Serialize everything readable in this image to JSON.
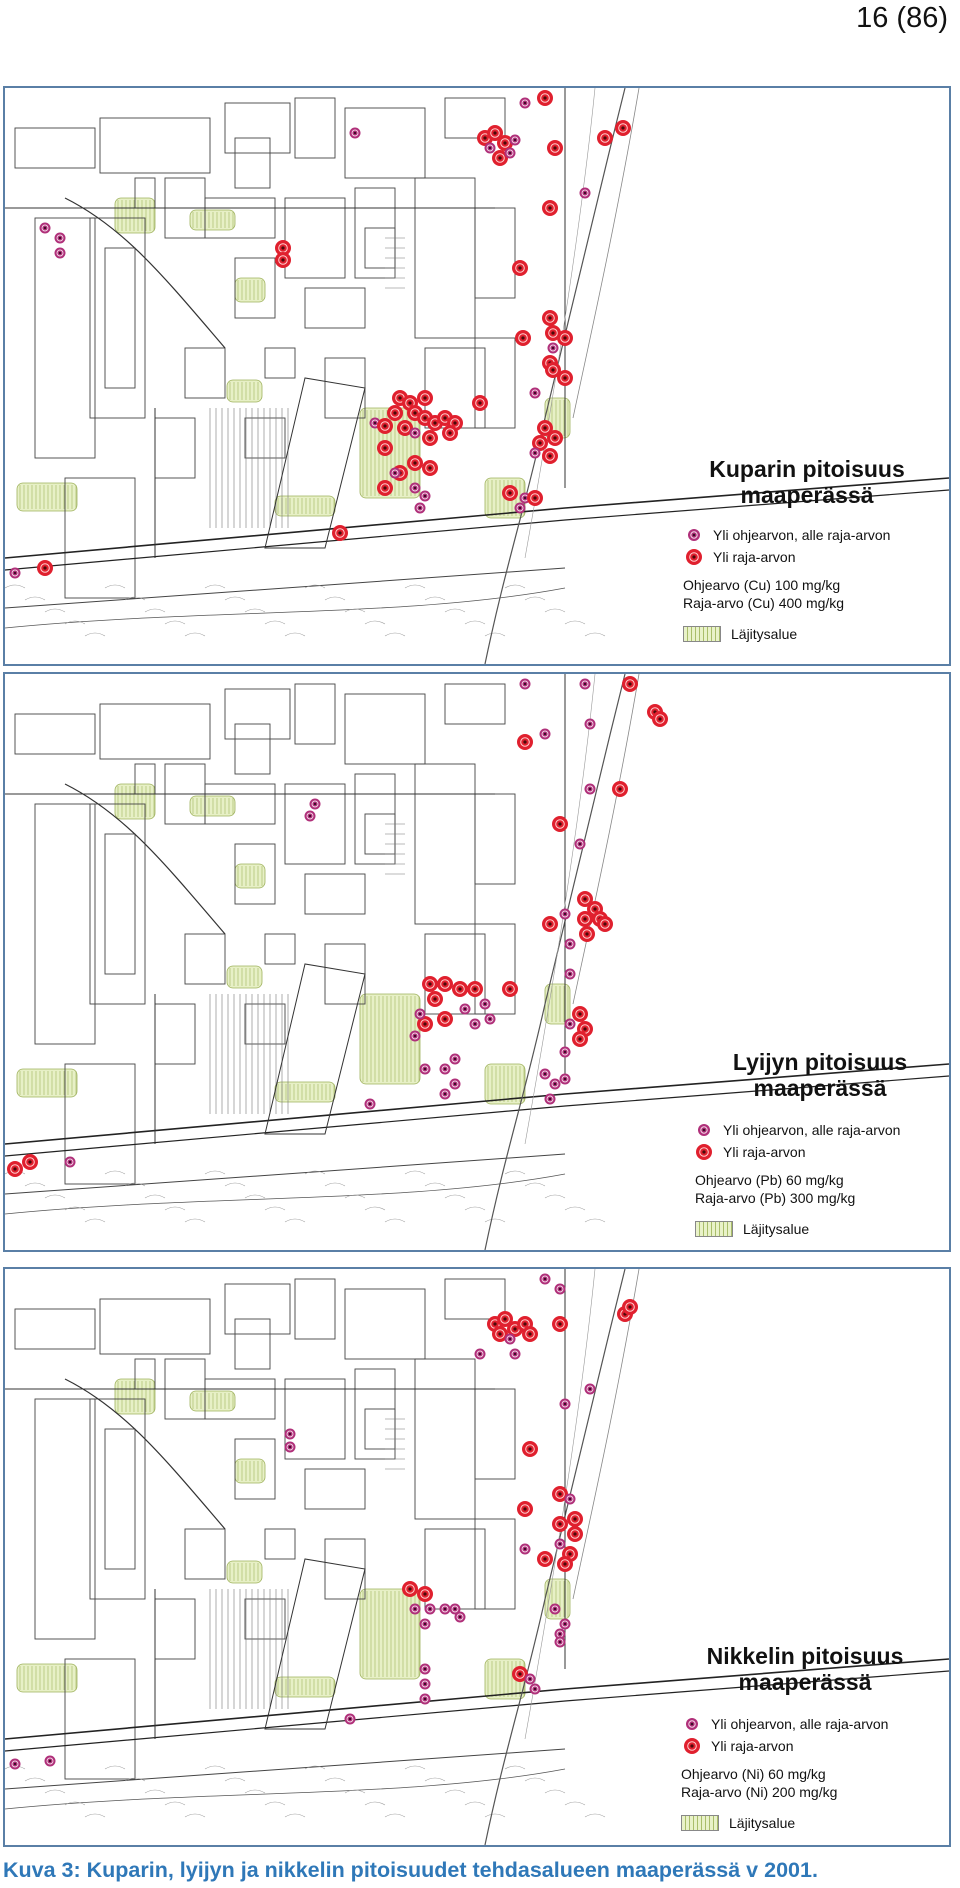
{
  "page_number": "16 (86)",
  "maps": [
    {
      "title_line1": "Kuparin pitoisuus",
      "title_line2": "maaperässä",
      "legend_guide": "Yli ohjearvon, alle raja-arvon",
      "legend_limit": "Yli raja-arvon",
      "guide_value": "Ohjearvo (Cu) 100 mg/kg",
      "limit_value": "Raja-arvo (Cu) 400 mg/kg",
      "zone_label": "Läjitysalue"
    },
    {
      "title_line1": "Lyijyn pitoisuus",
      "title_line2": "maaperässä",
      "legend_guide": "Yli ohjearvon, alle raja-arvon",
      "legend_limit": "Yli raja-arvon",
      "guide_value": "Ohjearvo (Pb) 60 mg/kg",
      "limit_value": "Raja-arvo (Pb) 300 mg/kg",
      "zone_label": "Läjitysalue"
    },
    {
      "title_line1": "Nikkelin pitoisuus",
      "title_line2": "maaperässä",
      "legend_guide": "Yli ohjearvon, alle raja-arvon",
      "legend_limit": "Yli raja-arvon",
      "guide_value": "Ohjearvo (Ni) 60 mg/kg",
      "limit_value": "Raja-arvo (Ni) 200 mg/kg",
      "zone_label": "Läjitysalue"
    }
  ],
  "colors": {
    "limit_marker": "#e0202e",
    "guide_marker": "#b0307a",
    "panel_border": "#5a7fa6",
    "caption": "#2f78b8"
  },
  "caption": "Kuva 3: Kuparin, lyijyn ja nikkelin pitoisuudet tehdasalueen maaperässä v 2001."
}
